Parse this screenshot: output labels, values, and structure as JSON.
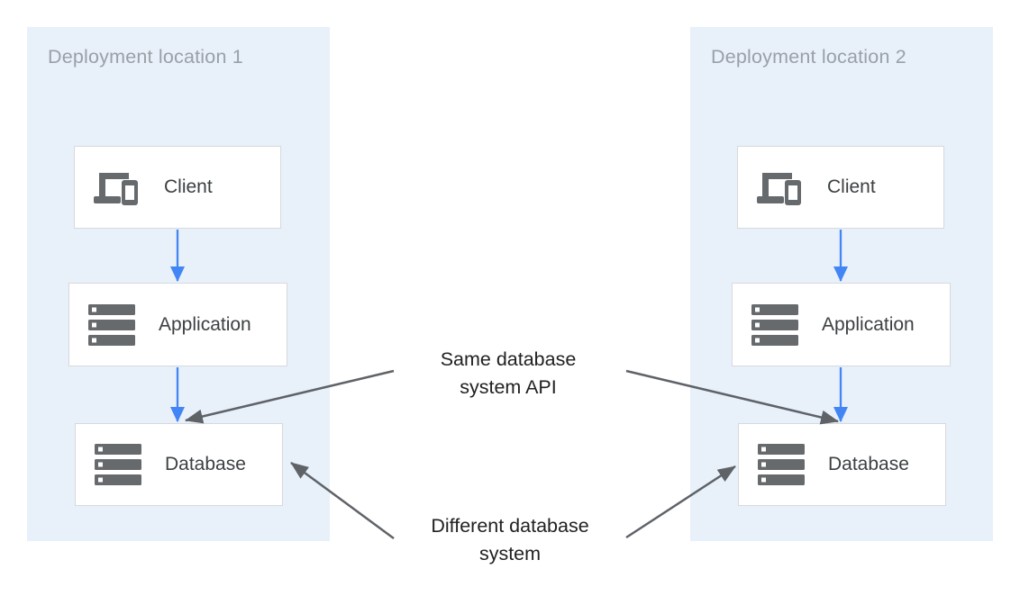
{
  "diagram": {
    "panels": [
      {
        "title": "Deployment location 1",
        "nodes": [
          {
            "label": "Client",
            "icon": "devices-icon"
          },
          {
            "label": "Application",
            "icon": "server-stack-icon"
          },
          {
            "label": "Database",
            "icon": "server-stack-icon"
          }
        ]
      },
      {
        "title": "Deployment location 2",
        "nodes": [
          {
            "label": "Client",
            "icon": "devices-icon"
          },
          {
            "label": "Application",
            "icon": "server-stack-icon"
          },
          {
            "label": "Database",
            "icon": "server-stack-icon"
          }
        ]
      }
    ],
    "annotations": [
      {
        "line1": "Same database",
        "line2": "system API",
        "points_to": [
          "Deployment location 1 Database",
          "Deployment location 2 Database"
        ]
      },
      {
        "line1": "Different database",
        "line2": "system",
        "points_to": [
          "Deployment location 1 Database",
          "Deployment location 2 Database"
        ]
      }
    ],
    "flows": [
      {
        "panel": "Deployment location 1",
        "from": "Client",
        "to": "Application"
      },
      {
        "panel": "Deployment location 1",
        "from": "Application",
        "to": "Database"
      },
      {
        "panel": "Deployment location 2",
        "from": "Client",
        "to": "Application"
      },
      {
        "panel": "Deployment location 2",
        "from": "Application",
        "to": "Database"
      }
    ],
    "colors": {
      "panel_bg": "#E8F0FA",
      "node_bg": "#FFFFFF",
      "node_border": "#D7D9DB",
      "flow_arrow": "#4285F4",
      "annotation_arrow": "#5F6368",
      "icon_gray": "#666A6D",
      "panel_title_text": "#9AA0A6",
      "node_label_text": "#3C4043",
      "annotation_text": "#212121"
    }
  }
}
